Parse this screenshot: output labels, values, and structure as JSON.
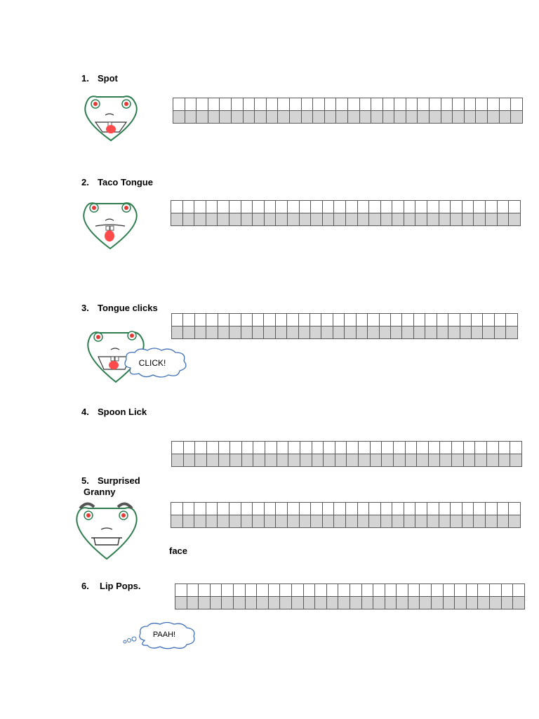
{
  "exercises": [
    {
      "number": "1.",
      "title": "Spot"
    },
    {
      "number": "2.",
      "title": "Taco Tongue"
    },
    {
      "number": "3.",
      "title": "Tongue clicks"
    },
    {
      "number": "4.",
      "title": "Spoon Lick"
    },
    {
      "number": "5.",
      "title": "Surprised"
    },
    {
      "number": "6.",
      "title": "Lip Pops."
    }
  ],
  "extra_text": {
    "granny": "Granny",
    "face": "face"
  },
  "bubbles": {
    "click": "CLICK!",
    "paah": "PAAH!"
  },
  "colors": {
    "frog_outline": "#2e7d4f",
    "eye_red": "#e53935",
    "tongue": "#ff4b4b",
    "bubble_outline": "#3f6fb5",
    "grid_shade": "#d4d4d4"
  },
  "icons": [
    "frog-face-icon",
    "cloud-bubble-icon"
  ]
}
